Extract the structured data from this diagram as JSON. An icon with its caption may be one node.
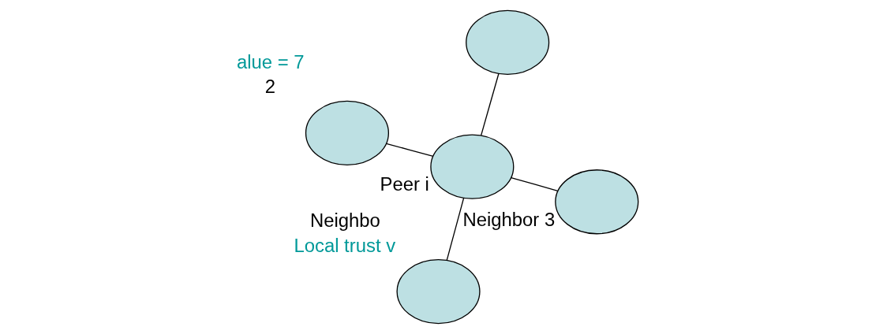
{
  "diagram": {
    "nodes": [
      {
        "text": [],
        "shape": "circle",
        "beside": [
          "alue = 7",
          "2"
        ]
      },
      {
        "text": [],
        "shape": "circle",
        "beside": [
          "Neighbor 3"
        ]
      },
      {
        "text": [],
        "shape": "circle",
        "beside": [
          "Neighbo",
          "Local trust v"
        ]
      },
      {
        "text": [],
        "shape": "circle",
        "beside": [
          "Peer i"
        ]
      },
      {
        "text": [],
        "shape": "circle"
      }
    ],
    "edges": [
      {
        "from": 0,
        "to": 3,
        "arrow": "none"
      },
      {
        "from": 1,
        "to": 3,
        "arrow": "none"
      },
      {
        "from": 3,
        "to": 2,
        "arrow": "none"
      },
      {
        "from": 4,
        "to": 3,
        "arrow": "none"
      }
    ]
  }
}
